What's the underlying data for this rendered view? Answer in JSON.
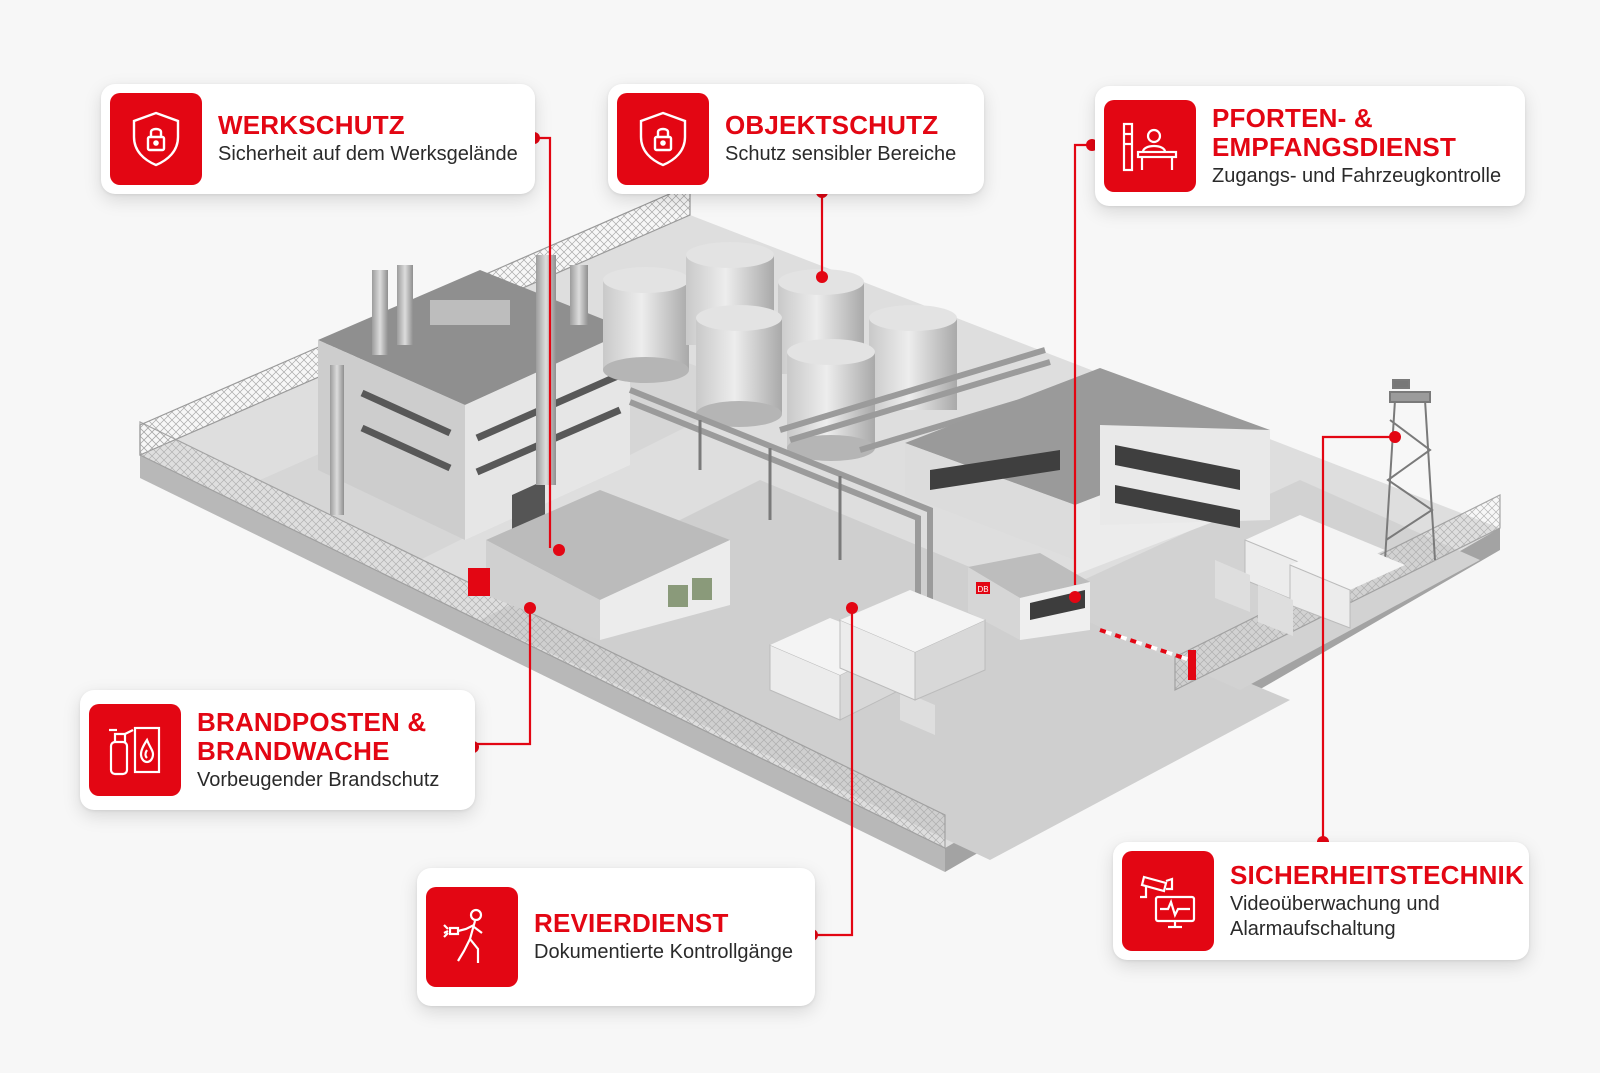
{
  "accent_color": "#e30613",
  "cards": {
    "werkschutz": {
      "title": "WERKSCHUTZ",
      "subtitle": "Sicherheit auf dem Werksgelände",
      "icon": "shield-lock-icon"
    },
    "objektschutz": {
      "title": "OBJEKTSCHUTZ",
      "subtitle": "Schutz sensibler Bereiche",
      "icon": "shield-lock-icon"
    },
    "pforten": {
      "title_line1": "PFORTEN- &",
      "title_line2": "EMPFANGSDIENST",
      "subtitle": "Zugangs- und Fahrzeugkontrolle",
      "icon": "reception-desk-icon"
    },
    "brandposten": {
      "title_line1": "BRANDPOSTEN &",
      "title_line2": "BRANDWACHE",
      "subtitle": "Vorbeugender Brandschutz",
      "icon": "fire-extinguisher-icon"
    },
    "revierdienst": {
      "title": "REVIERDIENST",
      "subtitle": "Dokumentierte Kontrollgänge",
      "icon": "patrol-flashlight-icon"
    },
    "sicherheitstechnik": {
      "title": "SICHERHEITSTECHNIK",
      "subtitle_line1": "Videoüberwachung und",
      "subtitle_line2": "Alarmaufschaltung",
      "icon": "cctv-monitor-icon"
    }
  },
  "scene": {
    "gatehouse_sign": "DB"
  }
}
